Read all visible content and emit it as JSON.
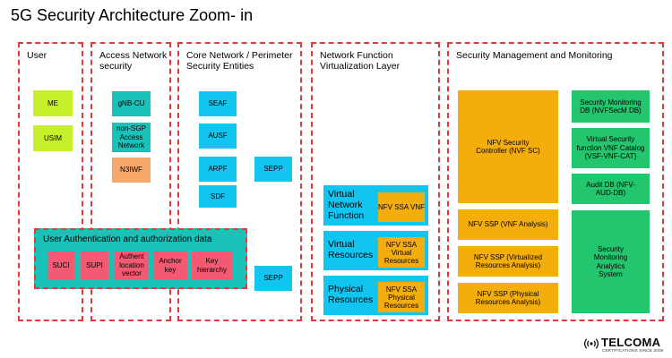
{
  "title": "5G Security Architecture Zoom- in",
  "columns": {
    "user": {
      "heading": "User"
    },
    "access": {
      "heading": "Access Network security"
    },
    "core": {
      "heading": "Core Network / Perimeter Security Entities"
    },
    "nfv": {
      "heading": "Network Function Virtualization Layer"
    },
    "mgmt": {
      "heading": "Security Management and Monitoring"
    }
  },
  "user_boxes": [
    "ME",
    "USIM"
  ],
  "access_boxes": [
    "gNB-CU",
    "non-SGP Access Network",
    "N3IWF"
  ],
  "core_boxes": [
    "SEAF",
    "AUSF",
    "ARPF",
    "SDF",
    "SEPP",
    "SEPP"
  ],
  "auth": {
    "title": "User Authentication and authorization data",
    "items": [
      "SUCI",
      "SUPI",
      "Authent location vector",
      "Anchor key",
      "Key hierarchy"
    ]
  },
  "nfv_layers": [
    {
      "label": "Virtual Network Function",
      "sub": "NFV SSA VNF"
    },
    {
      "label": "Virtual Resources",
      "sub": "NFV SSA Virtual Resources"
    },
    {
      "label": "Physical Resources",
      "sub": "NFV SSA Physical Resources"
    }
  ],
  "mgmt": {
    "controller": "NFV Security Controller (NVF SC)",
    "ssp": [
      "NFV SSP (VNF Analysis)",
      "NFV SSP (Virtualized Resources Analysis)",
      "NFV SSP (Physical Resources Analysis)"
    ],
    "right": [
      "Security Monitoring DB (NVFSecM DB)",
      "Virtual Security function VNF Catalog (VSF-VNF-CAT)",
      "Audit DB (NFV-AUD-DB)",
      "Security Monitoring Analytics System"
    ]
  },
  "logo": {
    "name": "TELCOMA",
    "tagline": "CERTIFICATIONS SINCE 2009",
    "icon": "signal-waves-icon"
  },
  "colors": {
    "dashed_border": "#e23a3a",
    "user": "#c8f02a",
    "core": "#12c4f0",
    "access": "#18c2b8",
    "n3iwf": "#f7a86a",
    "mgmt_orange": "#f3ad0c",
    "mgmt_green": "#23c56e",
    "auth_item": "#f15a72"
  }
}
